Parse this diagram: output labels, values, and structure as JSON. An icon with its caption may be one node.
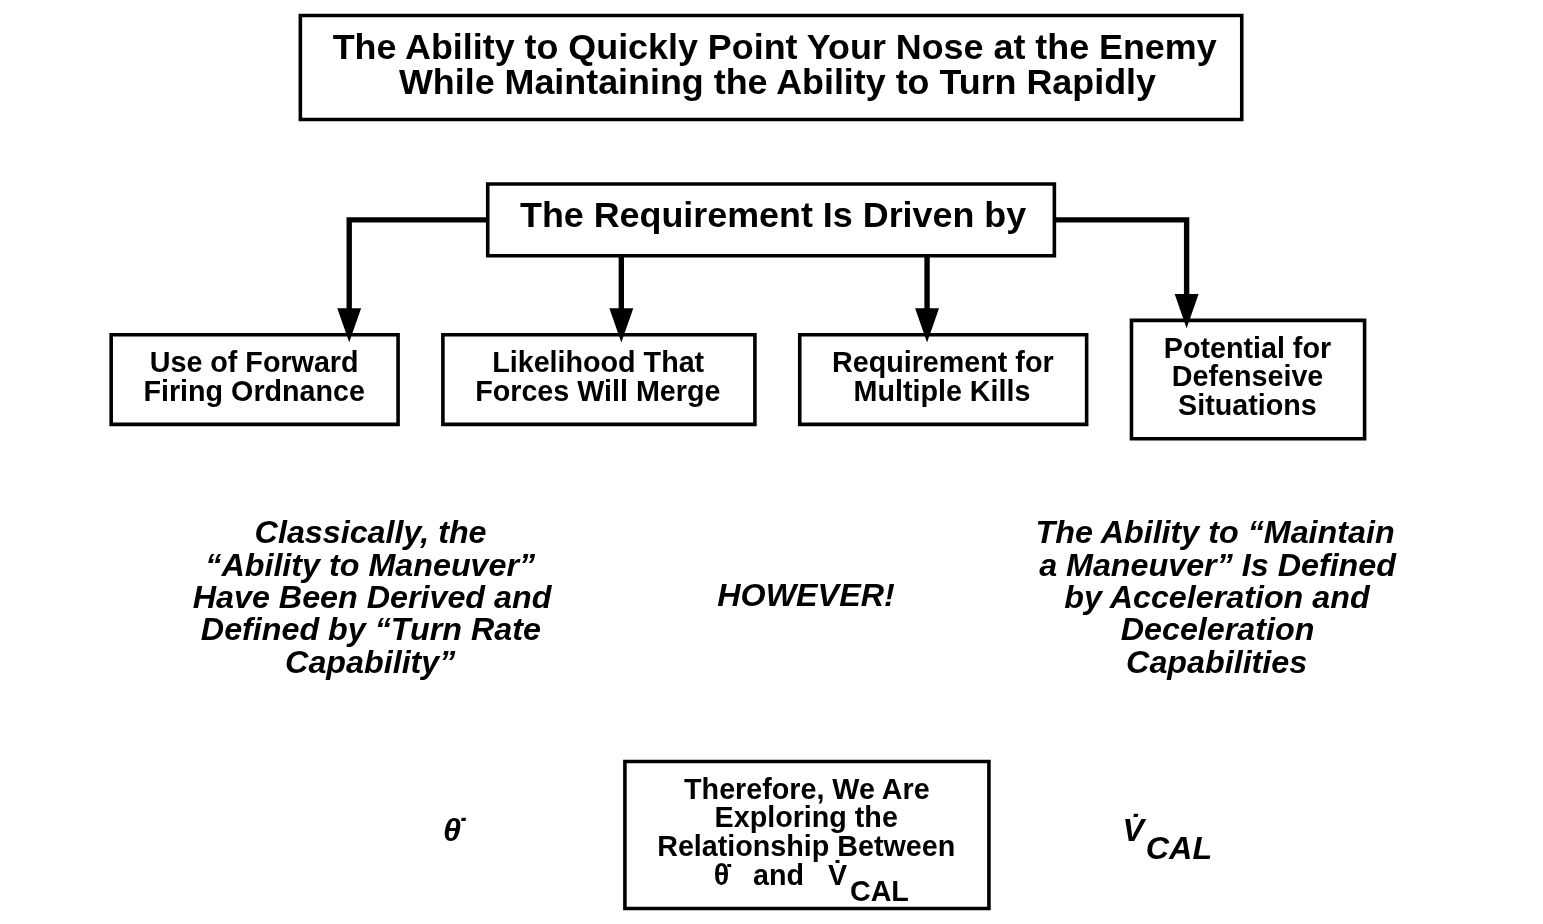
{
  "diagram": {
    "nodes": [
      {
        "text": [
          "The Ability to Quickly Point Your Nose at the Enemy While Maintaining the Ability to Turn Rapidly"
        ]
      },
      {
        "text": [
          "The Requirement Is Driven by"
        ]
      },
      {
        "text": [
          "Use of Forward Firing Ordnance"
        ]
      },
      {
        "text": [
          "Likelihood That Forces Will Merge"
        ]
      },
      {
        "text": [
          "Requirement for Multiple Kills"
        ]
      },
      {
        "text": [
          "Potential for Defenseive Situations"
        ]
      },
      {
        "text": [
          "Therefore, We Are Exploring the Relationship Between",
          "θ̇   and   V̇$_{CAL}$"
        ]
      }
    ],
    "edges": [
      {
        "from": 1,
        "to": 2,
        "arrow": "to"
      },
      {
        "from": 1,
        "to": 3,
        "arrow": "to"
      },
      {
        "from": 1,
        "to": 4,
        "arrow": "to"
      },
      {
        "from": 1,
        "to": 5,
        "arrow": "to"
      }
    ],
    "labels": [
      "Classically, the “Ability to Maneuver” Have Been Derived and Defined by “Turn Rate Capability”",
      "HOWEVER!",
      "The Ability to “Maintain a Maneuver” Is Defined by Acceleration and Deceleration Capabilities",
      "θ̇",
      "V̇$_{CAL}$"
    ]
  }
}
